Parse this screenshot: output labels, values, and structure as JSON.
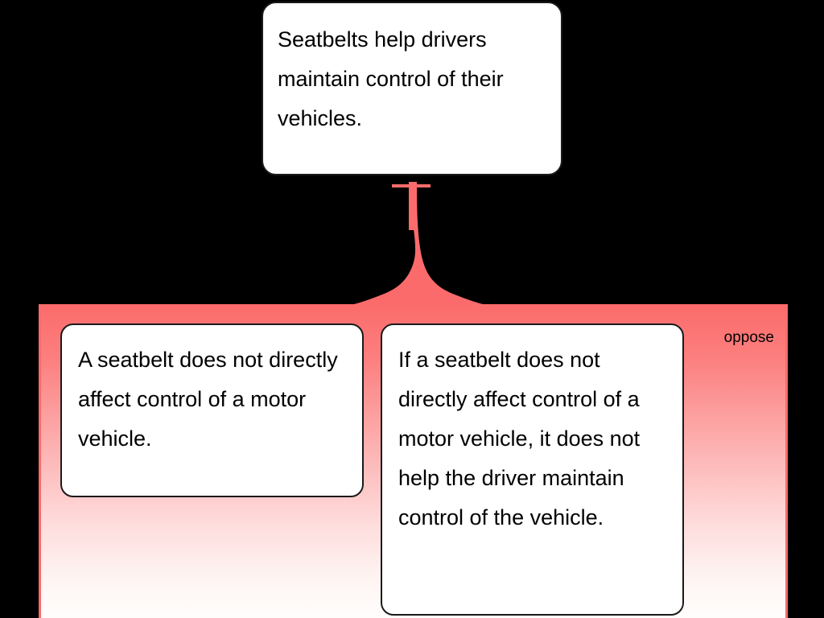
{
  "diagram": {
    "type": "argument-map",
    "background_color": "#000000",
    "accent_color": "#fb6b6b",
    "box_fill": "#ffffff",
    "box_border_color": "#1a1a1a",
    "text_color": "#000000"
  },
  "conclusion": {
    "text": "Seatbelts help drivers maintain control of their vehicles."
  },
  "relation": {
    "label": "oppose",
    "connector_color": "#fb6b6b"
  },
  "premises": [
    {
      "id": "premise-left",
      "text": "A seatbelt does not directly affect control of a motor vehicle."
    },
    {
      "id": "premise-right",
      "text": "If a seatbelt does not directly affect control of a motor vehicle, it does not help the driver maintain control of the vehicle."
    }
  ]
}
